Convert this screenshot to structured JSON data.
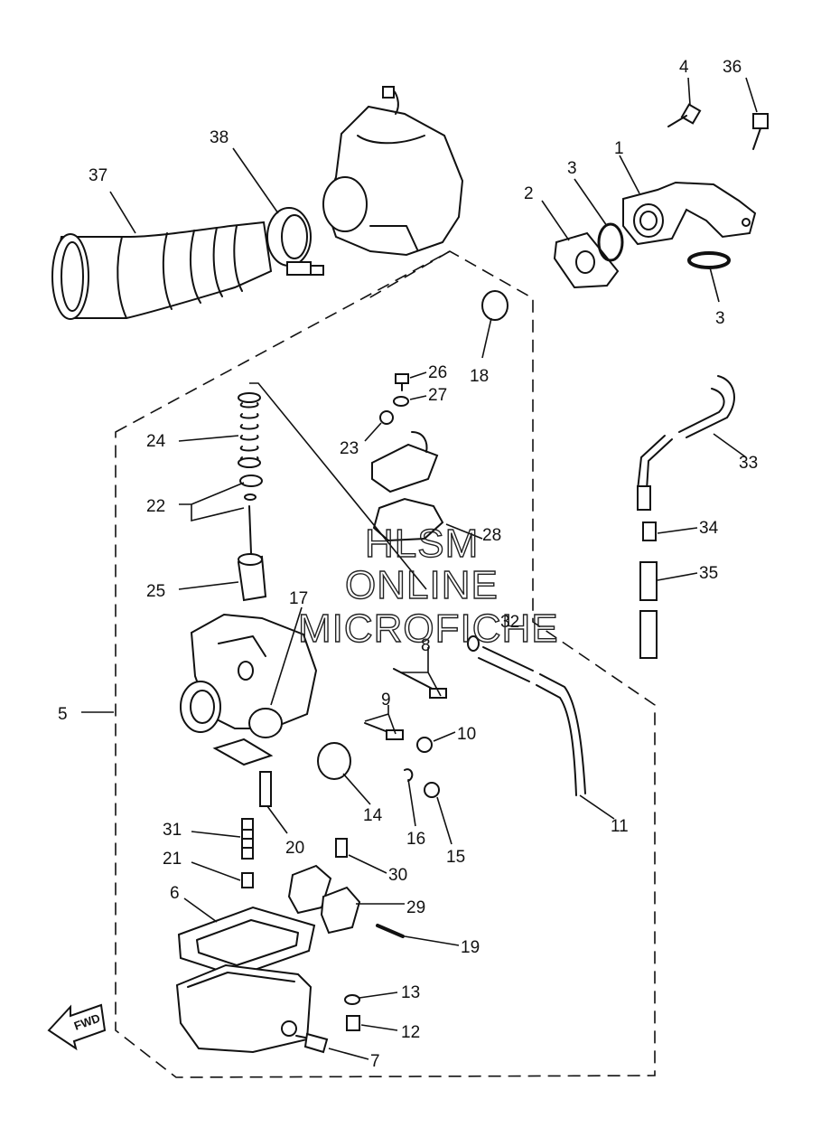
{
  "callouts": {
    "c1": "1",
    "c2": "2",
    "c3a": "3",
    "c3b": "3",
    "c4": "4",
    "c5": "5",
    "c6": "6",
    "c7": "7",
    "c8": "8",
    "c9": "9",
    "c10": "10",
    "c11": "11",
    "c12": "12",
    "c13": "13",
    "c14": "14",
    "c15": "15",
    "c16": "16",
    "c17": "17",
    "c18": "18",
    "c19": "19",
    "c20": "20",
    "c21": "21",
    "c22": "22",
    "c23": "23",
    "c24": "24",
    "c25": "25",
    "c26": "26",
    "c27": "27",
    "c28": "28",
    "c29": "29",
    "c30": "30",
    "c31": "31",
    "c32": "32",
    "c33": "33",
    "c34": "34",
    "c35": "35",
    "c36": "36",
    "c37": "37",
    "c38": "38"
  },
  "watermark": {
    "line1": "HLSM",
    "line2": "ONLINE",
    "line3": "MICROFICHE"
  },
  "direction_badge": "FWD"
}
